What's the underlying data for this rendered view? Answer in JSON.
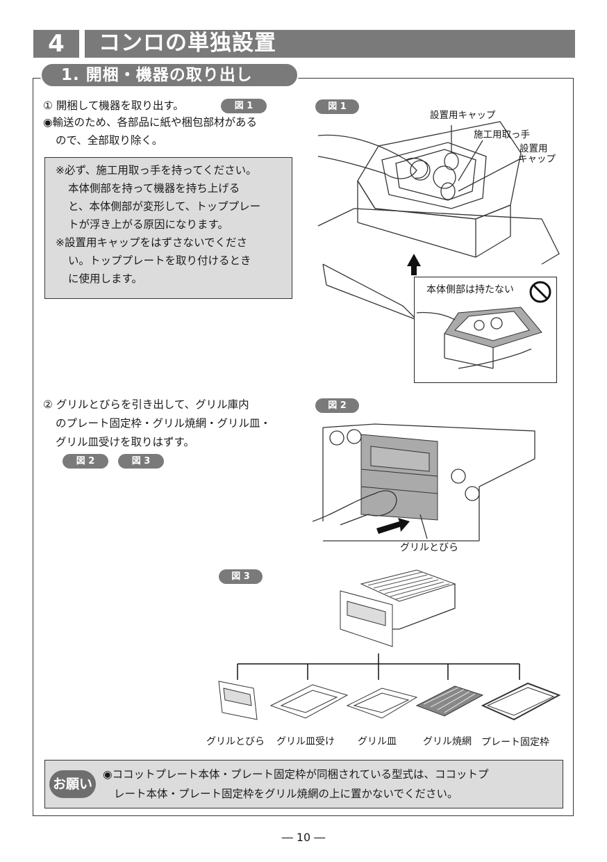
{
  "section": {
    "number": "4",
    "title": "コンロの単独設置"
  },
  "subsection": {
    "title": "1. 開梱・機器の取り出し"
  },
  "step1": {
    "line1": "① 開梱して機器を取り出す。",
    "badge": "図 1",
    "bullet_l1": "◉輸送のため、各部品に紙や梱包部材がある",
    "bullet_l2": "ので、全部取り除く。"
  },
  "caution_note": {
    "l1": "※必ず、施工用取っ手を持ってください。",
    "l2": "本体側部を持って機器を持ち上げる",
    "l3": "と、本体側部が変形して、トッププレー",
    "l4": "トが浮き上がる原因になります。",
    "l5": "※設置用キャップをはずさないでくださ",
    "l6": "い。トッププレートを取り付けるとき",
    "l7": "に使用します。"
  },
  "fig1": {
    "badge": "図 1",
    "label_cap_top": "設置用キャップ",
    "label_handle": "施工用取っ手",
    "label_cap_right_1": "設置用",
    "label_cap_right_2": "キャップ",
    "callout_text": "本体側部は持たない"
  },
  "step2": {
    "l1": "② グリルとびらを引き出して、グリル庫内",
    "l2": "のプレート固定枠・グリル焼網・グリル皿・",
    "l3": "グリル皿受けを取りはずす。",
    "badge_a": "図 2",
    "badge_b": "図 3"
  },
  "fig2": {
    "badge": "図 2",
    "label_door": "グリルとびら"
  },
  "fig3": {
    "badge": "図 3",
    "parts": [
      "グリルとびら",
      "グリル皿受け",
      "グリル皿",
      "グリル焼網",
      "プレート固定枠"
    ]
  },
  "request": {
    "badge": "お願い",
    "l1": "◉ココットプレート本体・プレート固定枠が同梱されている型式は、ココットプ",
    "l2": "レート本体・プレート固定枠をグリル焼網の上に置かないでください。"
  },
  "page_number": "― 10 ―"
}
